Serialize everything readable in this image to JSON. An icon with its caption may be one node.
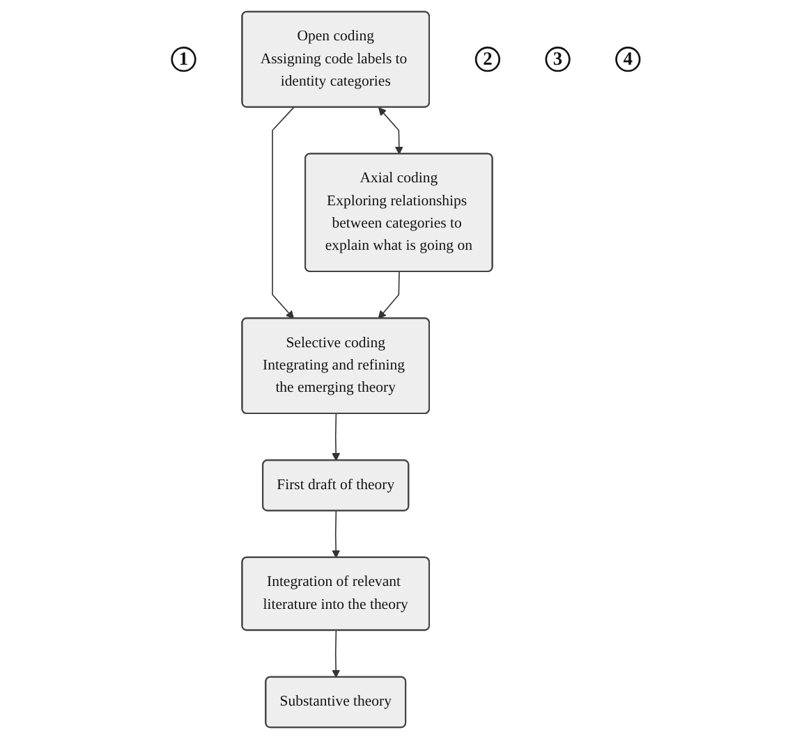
{
  "diagram": {
    "nodes": [
      {
        "text": [
          "1"
        ]
      },
      {
        "text": [
          "Open coding",
          "Assigning code labels to identity categories"
        ]
      },
      {
        "text": [
          "Axial coding",
          "Exploring relationships between categories to explain what is going on"
        ]
      },
      {
        "text": [
          "2"
        ]
      },
      {
        "text": [
          "Selective coding",
          "Integrating and refining the emerging theory"
        ]
      },
      {
        "text": [
          "3"
        ]
      },
      {
        "text": [
          "First draft of theory"
        ]
      },
      {
        "text": [
          "Integration of relevant literature into the theory"
        ]
      },
      {
        "text": [
          "4"
        ]
      },
      {
        "text": [
          "Substantive theory"
        ]
      }
    ],
    "edges": [
      {
        "from": 1,
        "to": 2,
        "arrow": "both"
      },
      {
        "from": 1,
        "to": 4,
        "arrow": "to"
      },
      {
        "from": 2,
        "to": 4,
        "arrow": "to"
      },
      {
        "from": 4,
        "to": 6,
        "arrow": "to"
      },
      {
        "from": 6,
        "to": 7,
        "arrow": "to"
      },
      {
        "from": 7,
        "to": 9,
        "arrow": "to"
      }
    ]
  }
}
